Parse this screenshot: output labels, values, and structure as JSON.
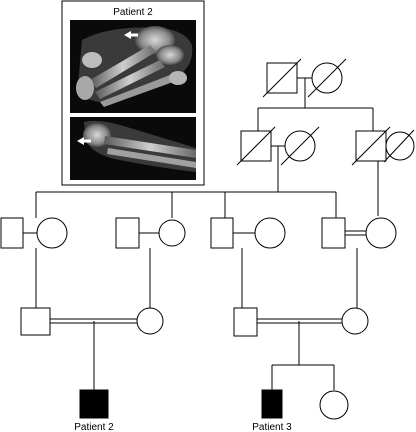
{
  "inset": {
    "title": "Patient 2"
  },
  "labels": {
    "proband_left": "Patient 2",
    "proband_right": "Patient 3"
  },
  "colors": {
    "line": "#000000",
    "affected_fill": "#000000",
    "unaffected_fill": "#ffffff",
    "xray_background": "#0a0a0a"
  }
}
